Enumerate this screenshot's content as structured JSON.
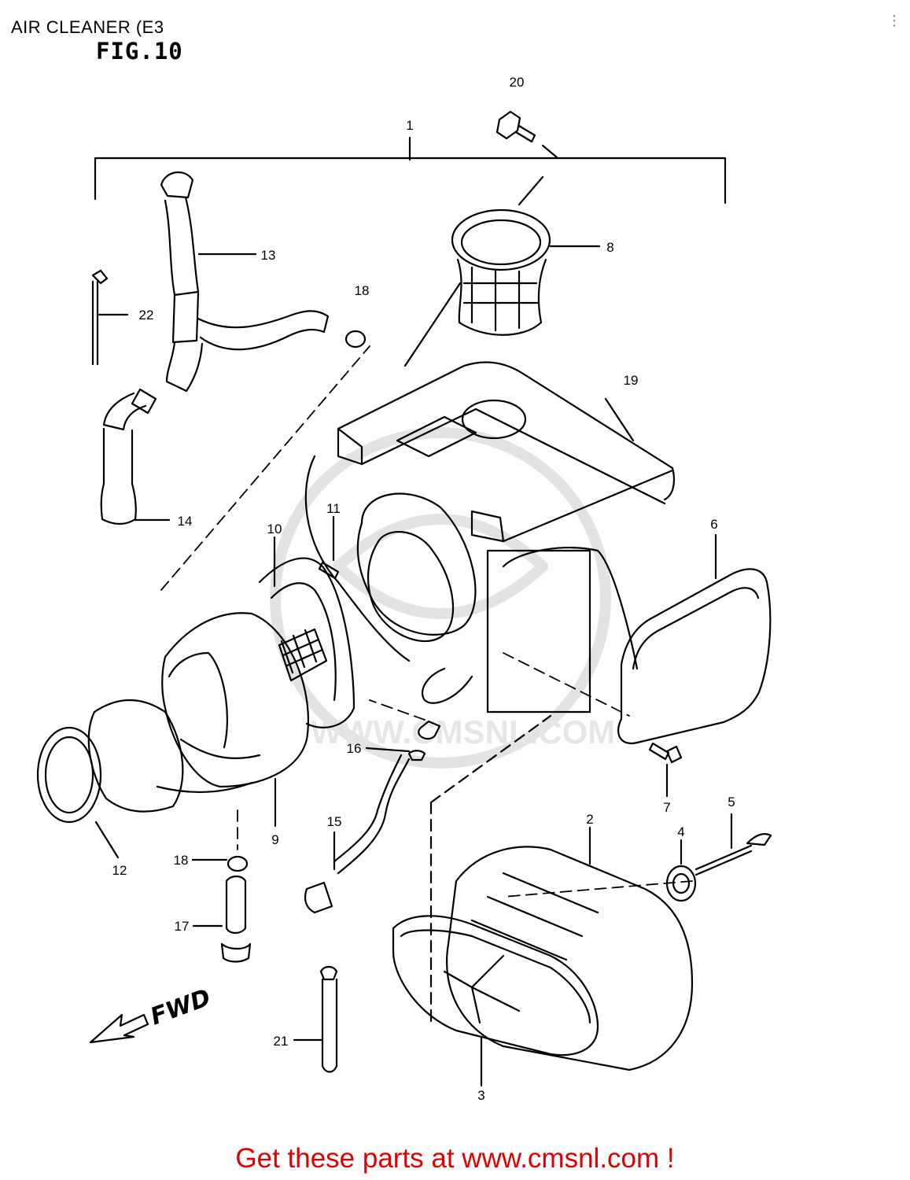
{
  "header": {
    "title": "AIR CLEANER (E3",
    "figure_label": "FIG.10",
    "menu_icon": "vertical-dots-icon"
  },
  "diagram": {
    "callouts": [
      "1",
      "2",
      "3",
      "4",
      "5",
      "6",
      "7",
      "8",
      "9",
      "10",
      "11",
      "12",
      "13",
      "14",
      "15",
      "16",
      "17",
      "18",
      "18",
      "19",
      "20",
      "21",
      "22"
    ],
    "fwd_label": "FWD",
    "fwd_icon": "arrow-left-icon",
    "watermark": "WWW.CMSNL.COM"
  },
  "footer": {
    "text": "Get these parts at www.cmsnl.com !",
    "color": "#e00000"
  }
}
